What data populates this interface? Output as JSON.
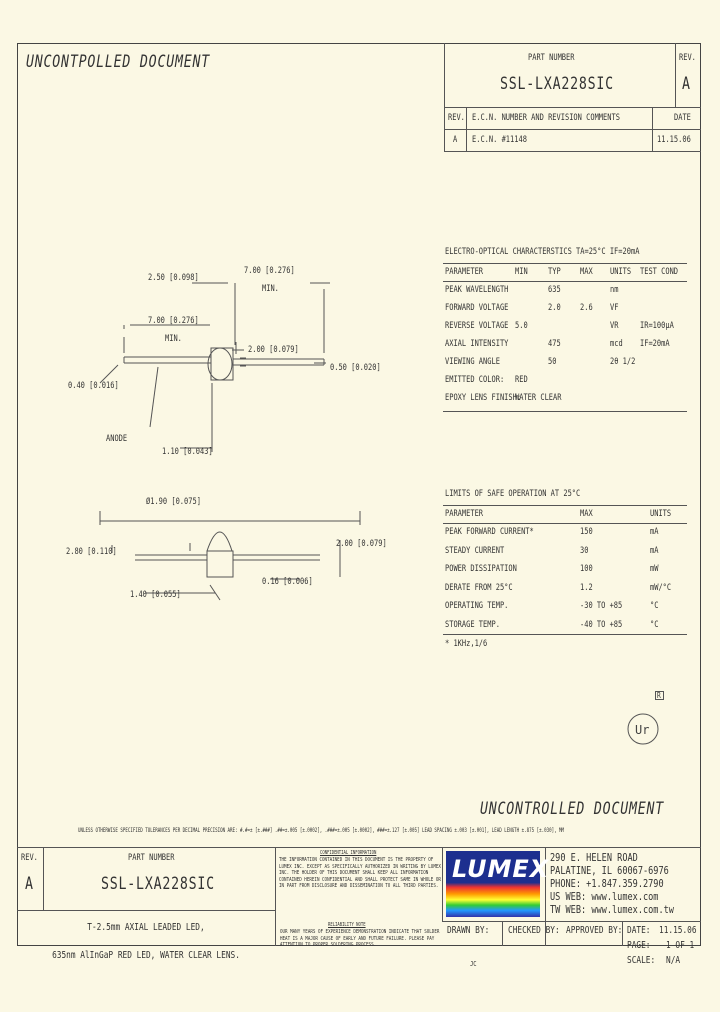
{
  "header": {
    "uncontrolled_top": "UNCONTPOLLED DOCUMENT",
    "part_number_label": "PART NUMBER",
    "part_number": "SSL-LXA228SIC",
    "rev_label": "REV.",
    "rev": "A"
  },
  "revisions": {
    "col_rev": "REV.",
    "col_ecn": "E.C.N. NUMBER AND REVISION COMMENTS",
    "col_date": "DATE",
    "rows": [
      {
        "rev": "A",
        "ecn": "E.C.N. #11148",
        "date": "11.15.06"
      }
    ]
  },
  "drawing": {
    "dim_top1": "2.50 [0.098]",
    "dim_top2": "7.00 [0.276]",
    "dim_top2_min": "MIN.",
    "dim_left": "7.00 [0.276]",
    "dim_left_min": "MIN.",
    "dim_body": "2.00 [0.079]",
    "dim_lead": "0.50 [0.020]",
    "dim_lead_d": "0.40 [0.016]",
    "anode": "ANODE",
    "dim_len": "1.10 [0.043]",
    "dim_dia": "Ø1.90 [0.075]",
    "dim_h1": "2.80 [0.110]",
    "dim_h2": "2.00 [0.079]",
    "dim_h3": "0.16 [0.006]",
    "dim_h4": "1.40 [0.055]"
  },
  "electro": {
    "title": "ELECTRO-OPTICAL CHARACTERSTICS  TA=25°C    IF=20mA",
    "headers": [
      "PARAMETER",
      "MIN",
      "TYP",
      "MAX",
      "UNITS",
      "TEST COND"
    ],
    "rows": [
      [
        "PEAK WAVELENGTH",
        "",
        "635",
        "",
        "nm",
        ""
      ],
      [
        "FORWARD VOLTAGE",
        "",
        "2.0",
        "2.6",
        "VF",
        ""
      ],
      [
        "REVERSE VOLTAGE",
        "5.0",
        "",
        "",
        "VR",
        "IR=100µA"
      ],
      [
        "AXIAL INTENSITY",
        "",
        "475",
        "",
        "mcd",
        "IF=20mA"
      ],
      [
        "VIEWING ANGLE",
        "",
        "50",
        "",
        "2θ 1/2",
        ""
      ],
      [
        "EMITTED COLOR:",
        "RED",
        "",
        "",
        "",
        ""
      ],
      [
        "EPOXY LENS FINISH:",
        "WATER CLEAR",
        "",
        "",
        "",
        ""
      ]
    ]
  },
  "limits": {
    "title": "LIMITS OF SAFE OPERATION AT 25°C",
    "headers": [
      "PARAMETER",
      "MAX",
      "UNITS"
    ],
    "rows": [
      [
        "PEAK FORWARD CURRENT*",
        "150",
        "mA"
      ],
      [
        "STEADY CURRENT",
        "30",
        "mA"
      ],
      [
        "POWER DISSIPATION",
        "100",
        "mW"
      ],
      [
        "DERATE FROM 25°C",
        "1.2",
        "mW/°C"
      ],
      [
        "OPERATING TEMP.",
        "-30 TO +85",
        "°C"
      ],
      [
        "STORAGE TEMP.",
        "-40 TO +85",
        "°C"
      ]
    ],
    "footnote": "* 1KHz,1/6"
  },
  "rohs": "R",
  "uncontrolled_bottom": "UNCONTROLLED DOCUMENT",
  "tolerance_note": "UNLESS OTHERWISE SPECIFIED TOLERANCES PER DECIMAL PRECISION ARE: #.#=± [±.###] .##=±.005 [±.0002], .###=±.005 [±.0002], ###=±.127 [±.005] LEAD SPACING ±.003 [±.001], LEAD LENGTH ±.875 [±.030], MM",
  "tb": {
    "rev_label": "REV.",
    "rev": "A",
    "part_label": "PART NUMBER",
    "part_number": "SSL-LXA228SIC",
    "confidential_title": "CONFIDENTIAL INFORMATION",
    "confidential_text": "THE INFORMATION CONTAINED IN THIS DOCUMENT IS THE PROPERTY OF LUMEX INC. EXCEPT AS SPECIFICALLY AUTHORIZED IN WRITING BY LUMEX INC. THE HOLDER OF THIS DOCUMENT SHALL KEEP ALL INFORMATION CONTAINED HEREIN CONFIDENTIAL AND SHALL PROTECT SAME IN WHOLE OR IN PART FROM DISCLOSURE AND DISSEMINATION TO ALL THIRD PARTIES.",
    "reliability_title": "RELIABILITY NOTE",
    "reliability_text": "OUR MANY YEARS OF EXPERIENCE DEMONSTRATION INDICATE THAT SOLDER HEAT IS A MAJOR CAUSE OF EARLY AND FUTURE FAILURE. PLEASE PAY ATTENTION TO PROPER SOLDERING PROCESS.",
    "logo": "LUMEX",
    "address1": "290 E. HELEN ROAD",
    "address2": "PALATINE, IL 60067-6976",
    "phone": "PHONE: +1.847.359.2790",
    "web_us": "US WEB: www.lumex.com",
    "web_tw": "TW WEB: www.lumex.com.tw",
    "desc1": "T-2.5mm AXIAL LEADED LED,",
    "desc2": "635nm AlInGaP RED LED, WATER CLEAR LENS.",
    "drawn_by": "DRAWN BY:",
    "checked_by": "CHECKED BY:",
    "approved_by": "APPROVED BY:",
    "drawn_name": "JC",
    "date_label": "DATE:",
    "date": "11.15.06",
    "page_label": "PAGE:",
    "page": "1 OF 1",
    "scale_label": "SCALE:",
    "scale": "N/A"
  }
}
